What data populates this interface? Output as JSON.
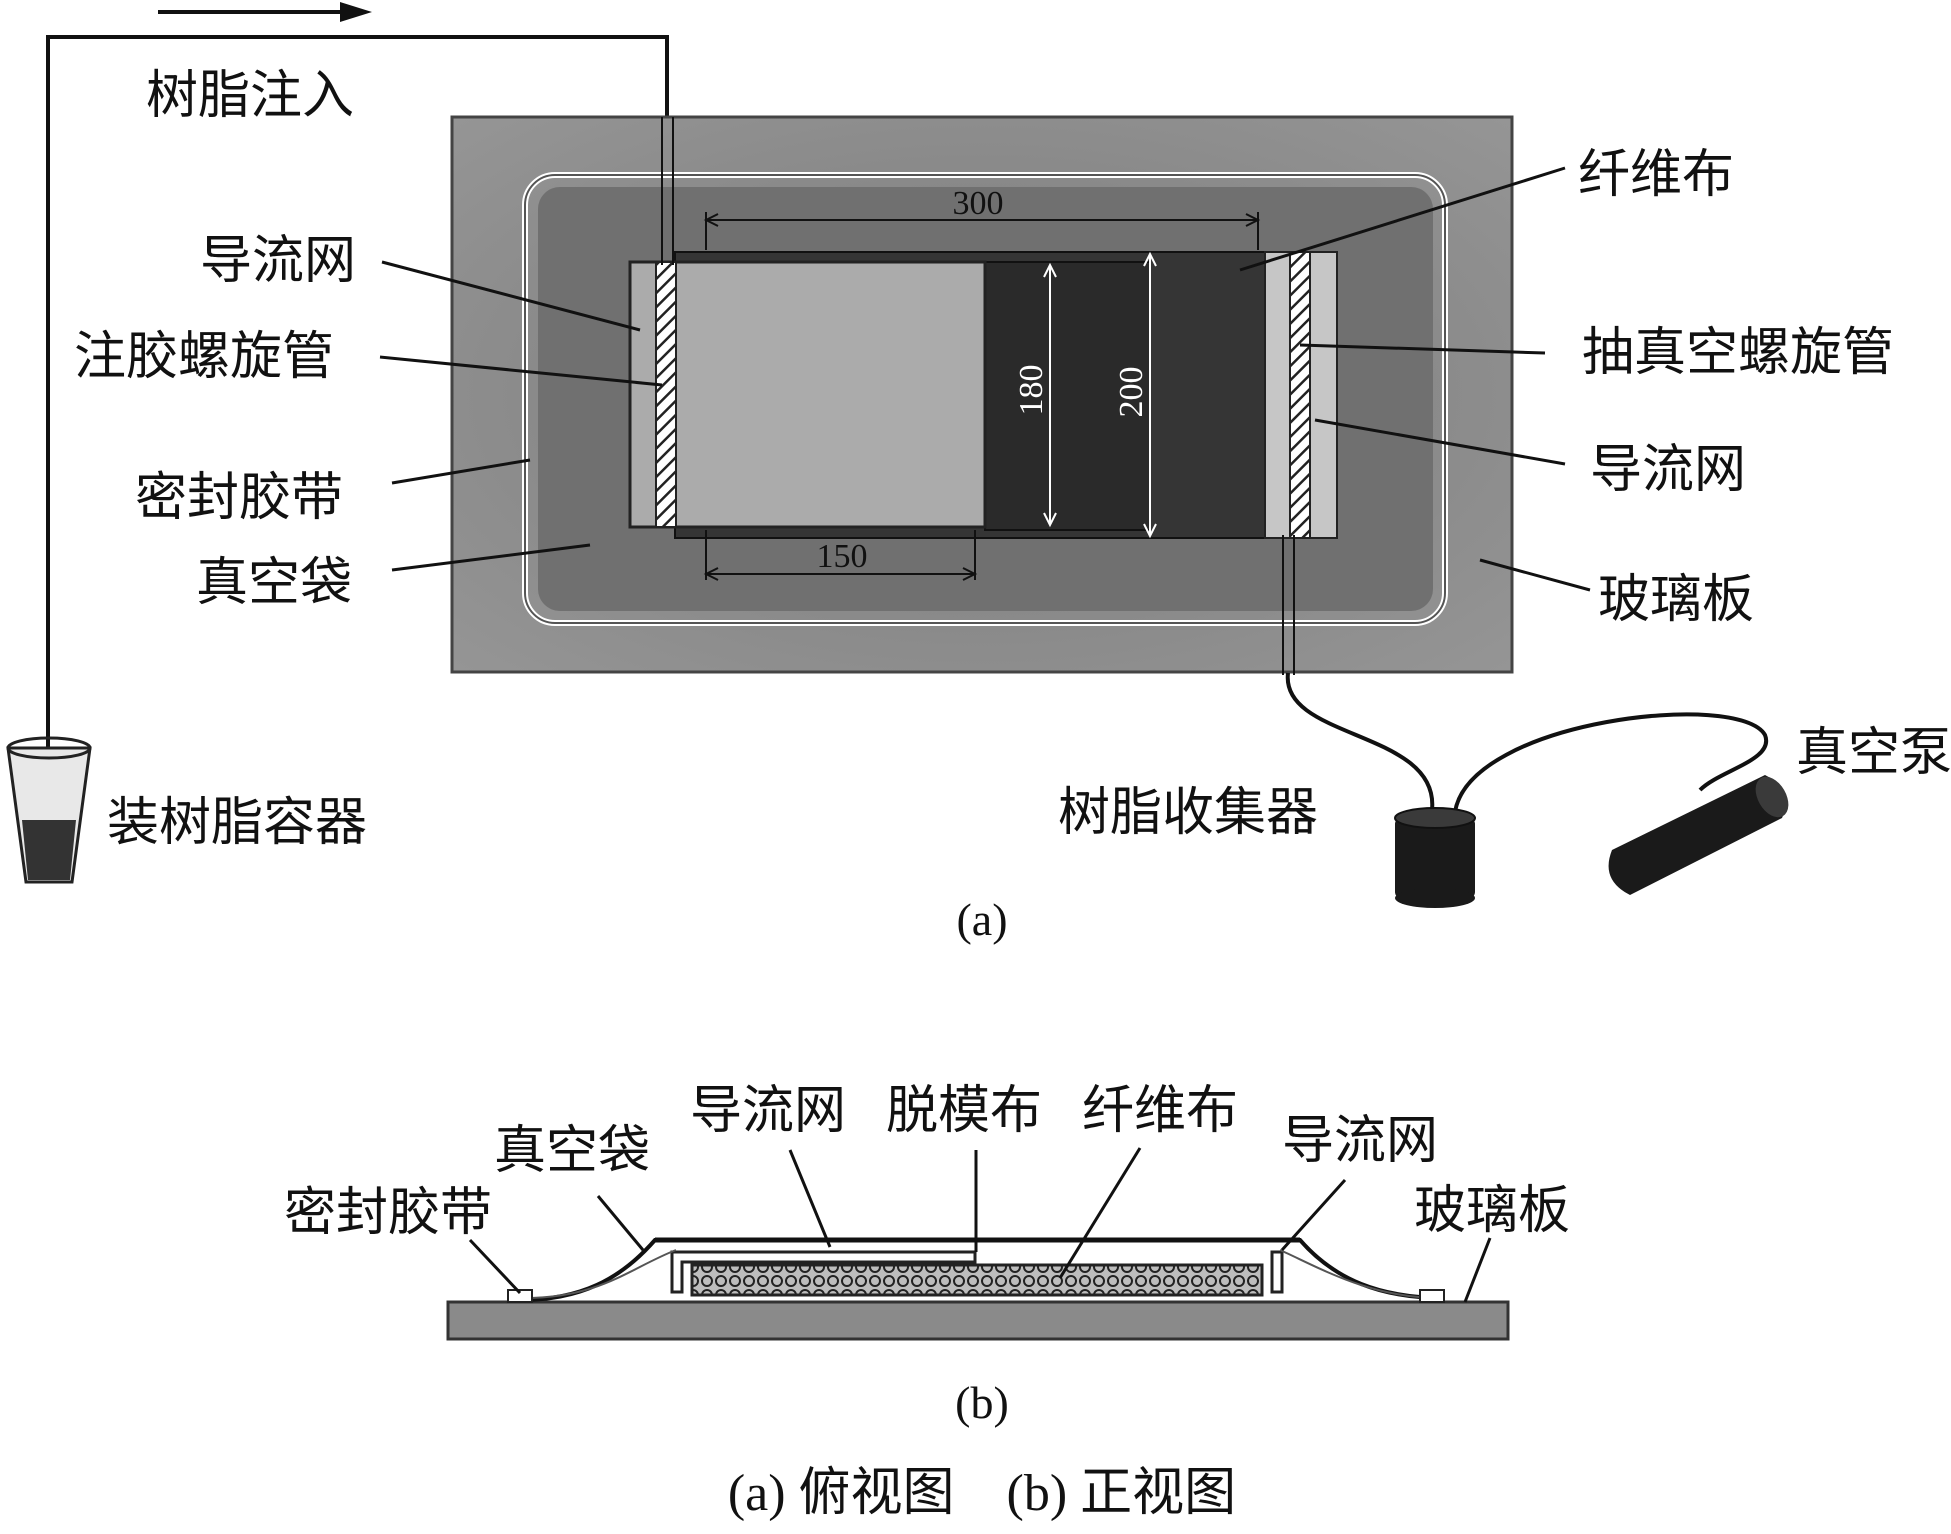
{
  "top_view": {
    "resin_inject": "树脂注入",
    "flow_mesh_left": "导流网",
    "inject_spiral": "注胶螺旋管",
    "seal_tape": "密封胶带",
    "vacuum_bag": "真空袋",
    "resin_container": "装树脂容器",
    "fiber_cloth": "纤维布",
    "vacuum_spiral": "抽真空螺旋管",
    "flow_mesh_right": "导流网",
    "glass_plate": "玻璃板",
    "resin_collector": "树脂收集器",
    "vacuum_pump": "真空泵",
    "dims": {
      "top": "300",
      "bottom": "150",
      "inner_height": "180",
      "outer_height": "200"
    },
    "caption": "(a)"
  },
  "front_view": {
    "flow_mesh_1": "导流网",
    "release_cloth": "脱模布",
    "fiber_cloth": "纤维布",
    "flow_mesh_2": "导流网",
    "vacuum_bag": "真空袋",
    "seal_tape": "密封胶带",
    "glass_plate": "玻璃板",
    "caption": "(b)"
  },
  "figure_caption": "(a) 俯视图　(b) 正视图",
  "colors": {
    "glass": "#8f8f8f",
    "bag": "#6f6f6f",
    "mesh": "#a9a9a9",
    "fiber": "#2f2f2f",
    "dark": "#111111"
  }
}
